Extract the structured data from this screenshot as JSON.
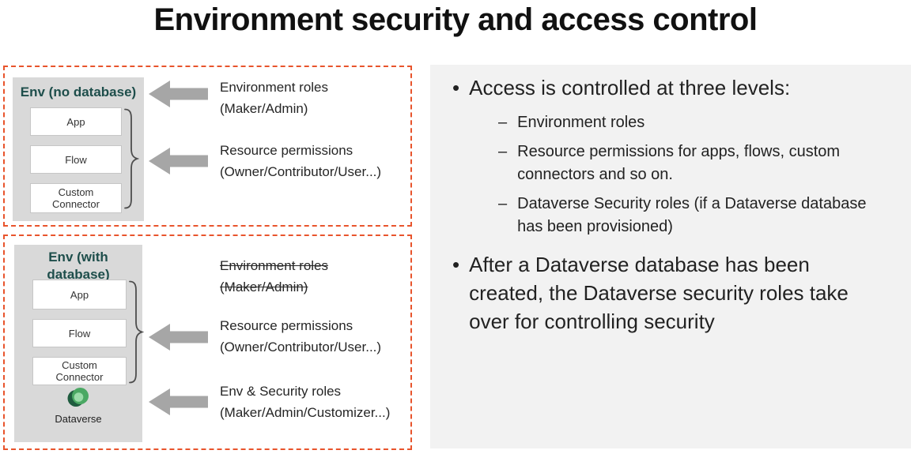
{
  "title": "Environment security and access control",
  "glyphs": {
    "bullet": "•",
    "dash": "–"
  },
  "colors": {
    "dashed_border": "#E8542C",
    "env_box_bg": "#D9D9D9",
    "env_title_text": "#1E4E4B",
    "arrow": "#A6A6A6",
    "notes_bg": "#F2F2F2",
    "text": "#262626",
    "dataverse_dark_green": "#1F5C3F",
    "dataverse_mid_green": "#4AA863",
    "dataverse_light_green": "#9ADBA9"
  },
  "env_no_db": {
    "title": "Env (no database)",
    "items": [
      "App",
      "Flow",
      "Custom Connector"
    ],
    "annotations": [
      {
        "line1": "Environment roles",
        "line2": "(Maker/Admin)",
        "strikethrough": false,
        "arrow": true
      },
      {
        "line1": "Resource permissions",
        "line2": "(Owner/Contributor/User...)",
        "strikethrough": false,
        "arrow": true
      }
    ]
  },
  "env_with_db": {
    "title": "Env (with database)",
    "items": [
      "App",
      "Flow",
      "Custom Connector"
    ],
    "dataverse_label": "Dataverse",
    "annotations": [
      {
        "line1": "Environment roles",
        "line2": "(Maker/Admin)",
        "strikethrough": true,
        "arrow": false
      },
      {
        "line1": "Resource permissions",
        "line2": "(Owner/Contributor/User...)",
        "strikethrough": false,
        "arrow": true
      },
      {
        "line1": "Env & Security roles",
        "line2": "(Maker/Admin/Customizer...)",
        "strikethrough": false,
        "arrow": true
      }
    ]
  },
  "notes": {
    "bullet1": "Access is controlled at three levels:",
    "sub_bullets": [
      "Environment roles",
      "Resource permissions for apps, flows, custom connectors and so on.",
      "Dataverse Security roles (if a Dataverse database has been provisioned)"
    ],
    "bullet2": "After a Dataverse database has been created, the Dataverse security roles take over for controlling security"
  }
}
